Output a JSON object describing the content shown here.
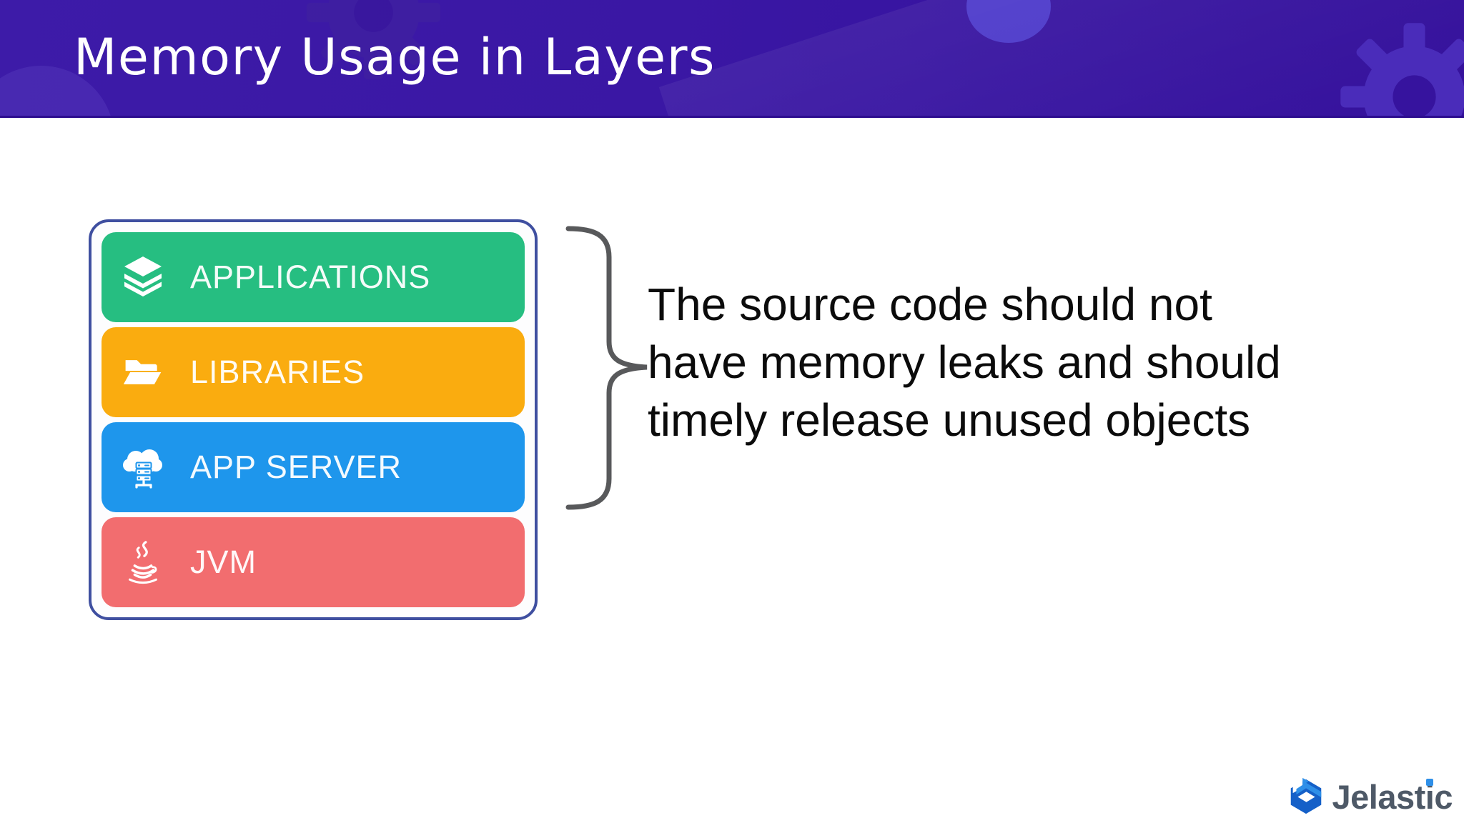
{
  "slide": {
    "title": "Memory Usage in Layers"
  },
  "theme": {
    "header_bg": "#3A17A4",
    "header_shape_color": "#4A2CBA",
    "container_border": "#3F4FA0",
    "brace_color": "#58595B",
    "body_text_color": "#0B0B0B"
  },
  "diagram": {
    "layers": [
      {
        "label": "APPLICATIONS",
        "icon": "layers-icon",
        "color": "#26BE81"
      },
      {
        "label": "LIBRARIES",
        "icon": "folder-open-icon",
        "color": "#FAAC0F"
      },
      {
        "label": "APP SERVER",
        "icon": "cloud-server-icon",
        "color": "#1E96EC"
      },
      {
        "label": "JVM",
        "icon": "java-icon",
        "color": "#F26D6F"
      }
    ]
  },
  "annotation": {
    "lines": [
      "The source code should not",
      "have memory leaks and should",
      "timely release unused objects"
    ]
  },
  "branding": {
    "name": "Jelastic",
    "text_color": "#4E5967",
    "logo_light_blue": "#2E8FE8",
    "logo_dark_blue": "#1560C8"
  }
}
